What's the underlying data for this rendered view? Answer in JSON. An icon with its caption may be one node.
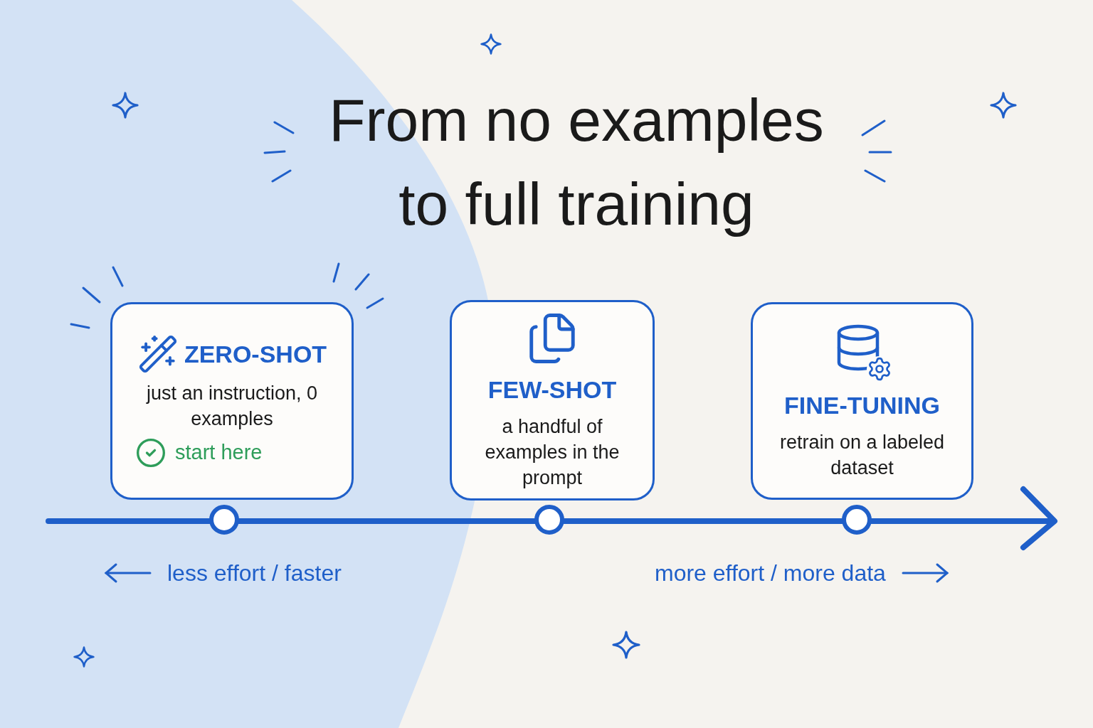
{
  "diagram": {
    "title": "From no examples to full training",
    "nodes": [
      {
        "text": [
          "ZERO-SHOT",
          "just an instruction, 0 examples",
          "start here"
        ]
      },
      {
        "text": [
          "FEW-SHOT",
          "a handful of examples in the prompt"
        ]
      },
      {
        "text": [
          "FINE-TUNING",
          "retrain on a labeled dataset"
        ]
      }
    ],
    "labels": [
      "less effort / faster",
      "more effort / more data"
    ]
  }
}
